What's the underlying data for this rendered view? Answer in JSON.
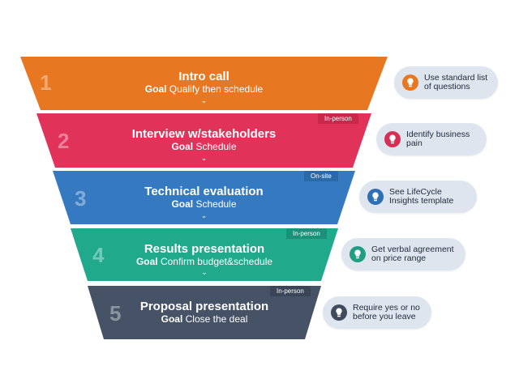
{
  "stages": [
    {
      "number": "1",
      "title": "Intro call",
      "goal_label": "Goal",
      "goal": "Qualify then schedule",
      "badge": "",
      "color": "#e87722",
      "tip": "Use standard list of questions",
      "tip_color": "#e87722"
    },
    {
      "number": "2",
      "title": "Interview w/stakeholders",
      "goal_label": "Goal",
      "goal": "Schedule",
      "badge": "In-person",
      "color": "#e1325a",
      "tip": "Identify business pain",
      "tip_color": "#d62f55"
    },
    {
      "number": "3",
      "title": "Technical evaluation",
      "goal_label": "Goal",
      "goal": "Schedule",
      "badge": "On-site",
      "color": "#3579c0",
      "tip": "See LifeCycle Insights template",
      "tip_color": "#2f6fb3"
    },
    {
      "number": "4",
      "title": "Results presentation",
      "goal_label": "Goal",
      "goal": "Confirm budget&schedule",
      "badge": "In-person",
      "color": "#21a98c",
      "tip": "Get verbal agreement on price range",
      "tip_color": "#1f9e82"
    },
    {
      "number": "5",
      "title": "Proposal presentation",
      "goal_label": "Goal",
      "goal": "Close the deal",
      "badge": "In-person",
      "color": "#465266",
      "tip": "Require yes or no before you leave",
      "tip_color": "#3f4a5c"
    }
  ],
  "chevron_glyph": "⌄"
}
